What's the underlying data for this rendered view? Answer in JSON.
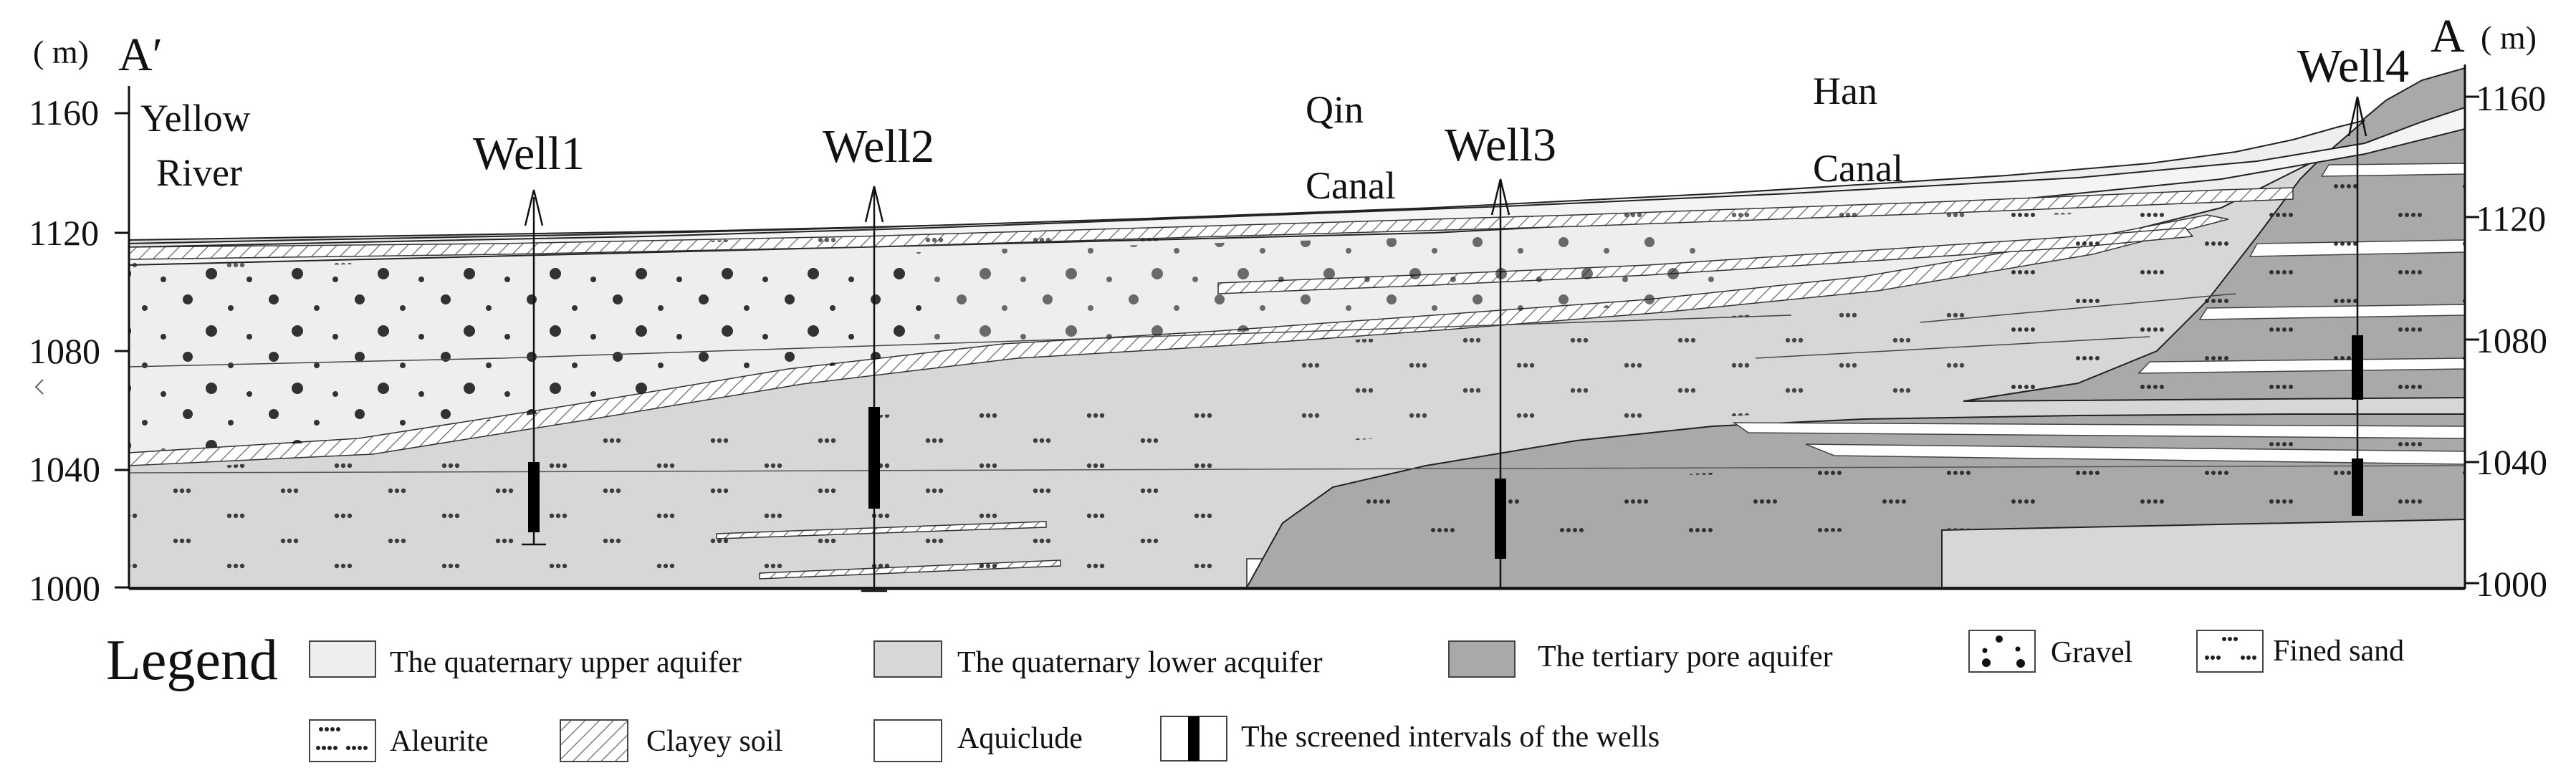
{
  "section": {
    "left_label": "A′",
    "right_label": "A",
    "unit": "( m)",
    "y_ticks": [
      "1160",
      "1120",
      "1080",
      "1040",
      "1000"
    ]
  },
  "places": {
    "yellow_river_line1": "Yellow",
    "yellow_river_line2": "River",
    "qin_line1": "Qin",
    "qin_line2": "Canal",
    "han_line1": "Han",
    "han_line2": "Canal"
  },
  "wells": [
    {
      "label": "Well1"
    },
    {
      "label": "Well2"
    },
    {
      "label": "Well3"
    },
    {
      "label": "Well4"
    }
  ],
  "legend": {
    "title": "Legend",
    "items": [
      {
        "label": "The quaternary upper aquifer"
      },
      {
        "label": "The quaternary lower acquifer"
      },
      {
        "label": "The tertiary pore aquifer"
      },
      {
        "label": "Gravel"
      },
      {
        "label": "Fined sand"
      },
      {
        "label": "Aleurite"
      },
      {
        "label": "Clayey soil"
      },
      {
        "label": "Aquiclude"
      },
      {
        "label": "The screened intervals of the wells"
      }
    ]
  },
  "colors": {
    "upper": "#eeeeee",
    "lower": "#d7d7d7",
    "tertiary": "#a9a9a9",
    "aquiclude": "#ffffff",
    "line": "#222222"
  }
}
